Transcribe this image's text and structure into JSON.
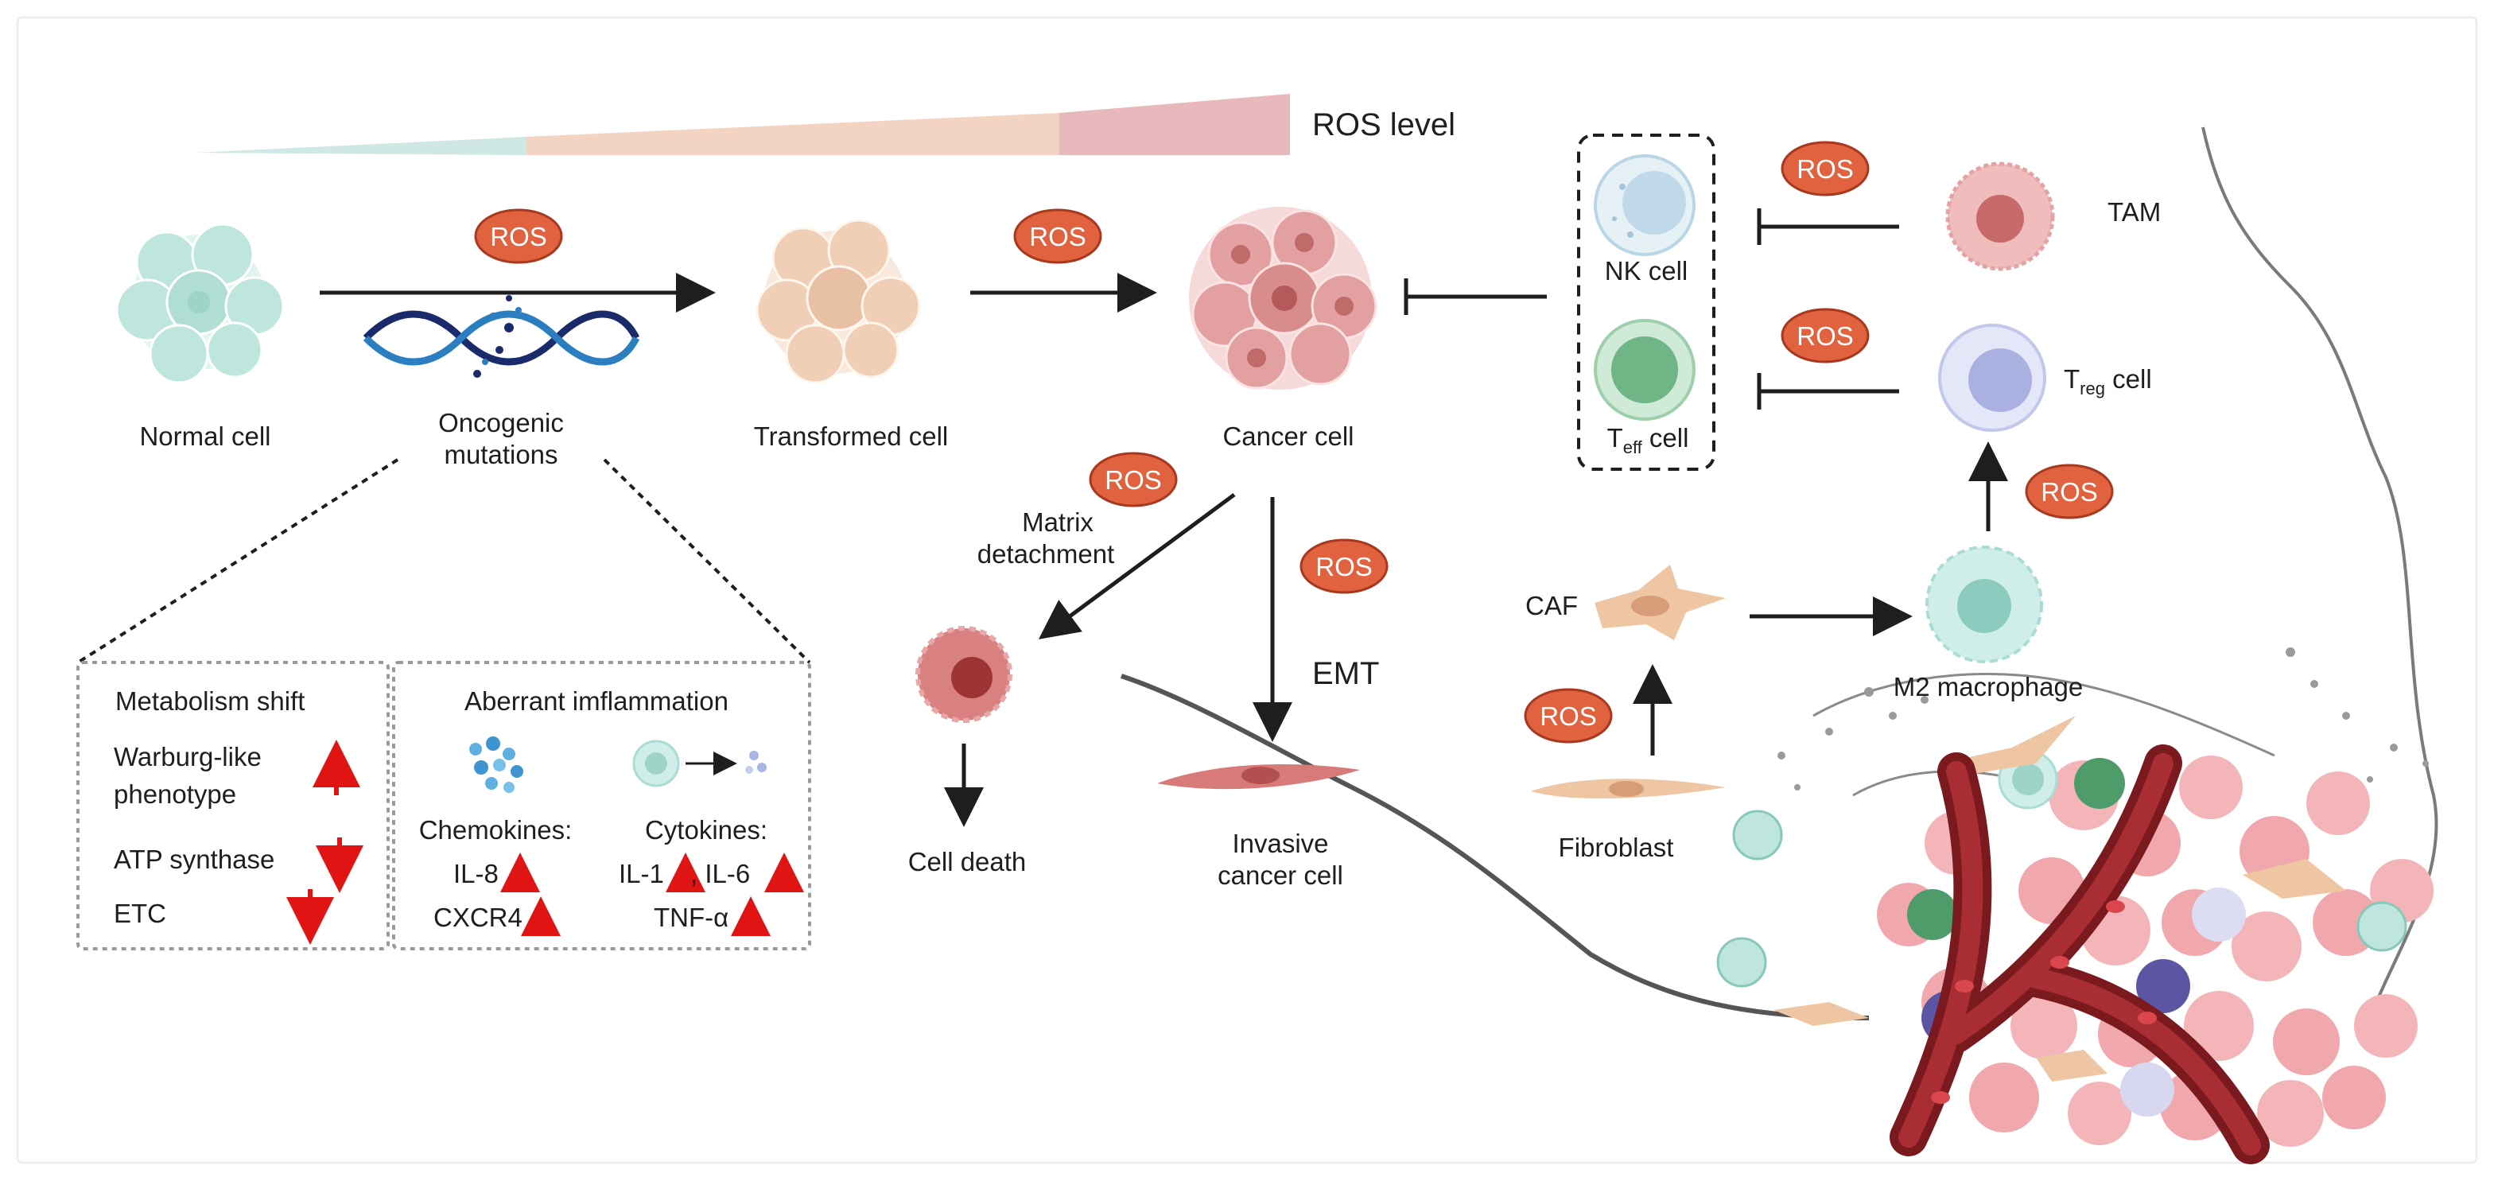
{
  "ros_level_label": "ROS level",
  "ros_badge": "ROS",
  "stages": {
    "normal": "Normal cell",
    "oncogenic_1": "Oncogenic",
    "oncogenic_2": "mutations",
    "transformed": "Transformed cell",
    "cancer": "Cancer cell",
    "cell_death": "Cell death",
    "invasive_1": "Invasive",
    "invasive_2": "cancer cell"
  },
  "process_labels": {
    "matrix_1": "Matrix",
    "matrix_2": "detachment",
    "emt": "EMT"
  },
  "immune": {
    "nk": "NK cell",
    "teff_base": "T",
    "teff_sub": "eff",
    "teff_suffix": " cell",
    "tam": "TAM",
    "treg_base": "T",
    "treg_sub": "reg",
    "treg_suffix": " cell",
    "m2": "M2 macrophage",
    "caf": "CAF",
    "fibroblast": "Fibroblast"
  },
  "metabolism": {
    "title": "Metabolism shift",
    "warburg_1": "Warburg-like",
    "warburg_2": "phenotype",
    "atp": "ATP synthase",
    "etc": "ETC"
  },
  "inflammation": {
    "title": "Aberrant imflammation",
    "chemokines": "Chemokines:",
    "cytokines": "Cytokines:",
    "il8": "IL-8",
    "cxcr4": "CXCR4",
    "il1": "IL-1",
    "il6": ", IL-6",
    "tnf": "TNF-α"
  },
  "colors": {
    "ros_fill": "#e0623f",
    "ros_stroke": "#a8381e",
    "up_arrow": "#e11414",
    "normal_cell": "#bfe6dc",
    "transformed_cell": "#f0cfb6",
    "cancer_cell": "#d98c8c",
    "nk_cell": "#cfe4ef",
    "teff_cell": "#8fc9a3",
    "treg_cell": "#c8cdee",
    "tam_cell": "#e7a7a7",
    "fibroblast": "#efc6a3",
    "vessel": "#7a1a1e"
  }
}
